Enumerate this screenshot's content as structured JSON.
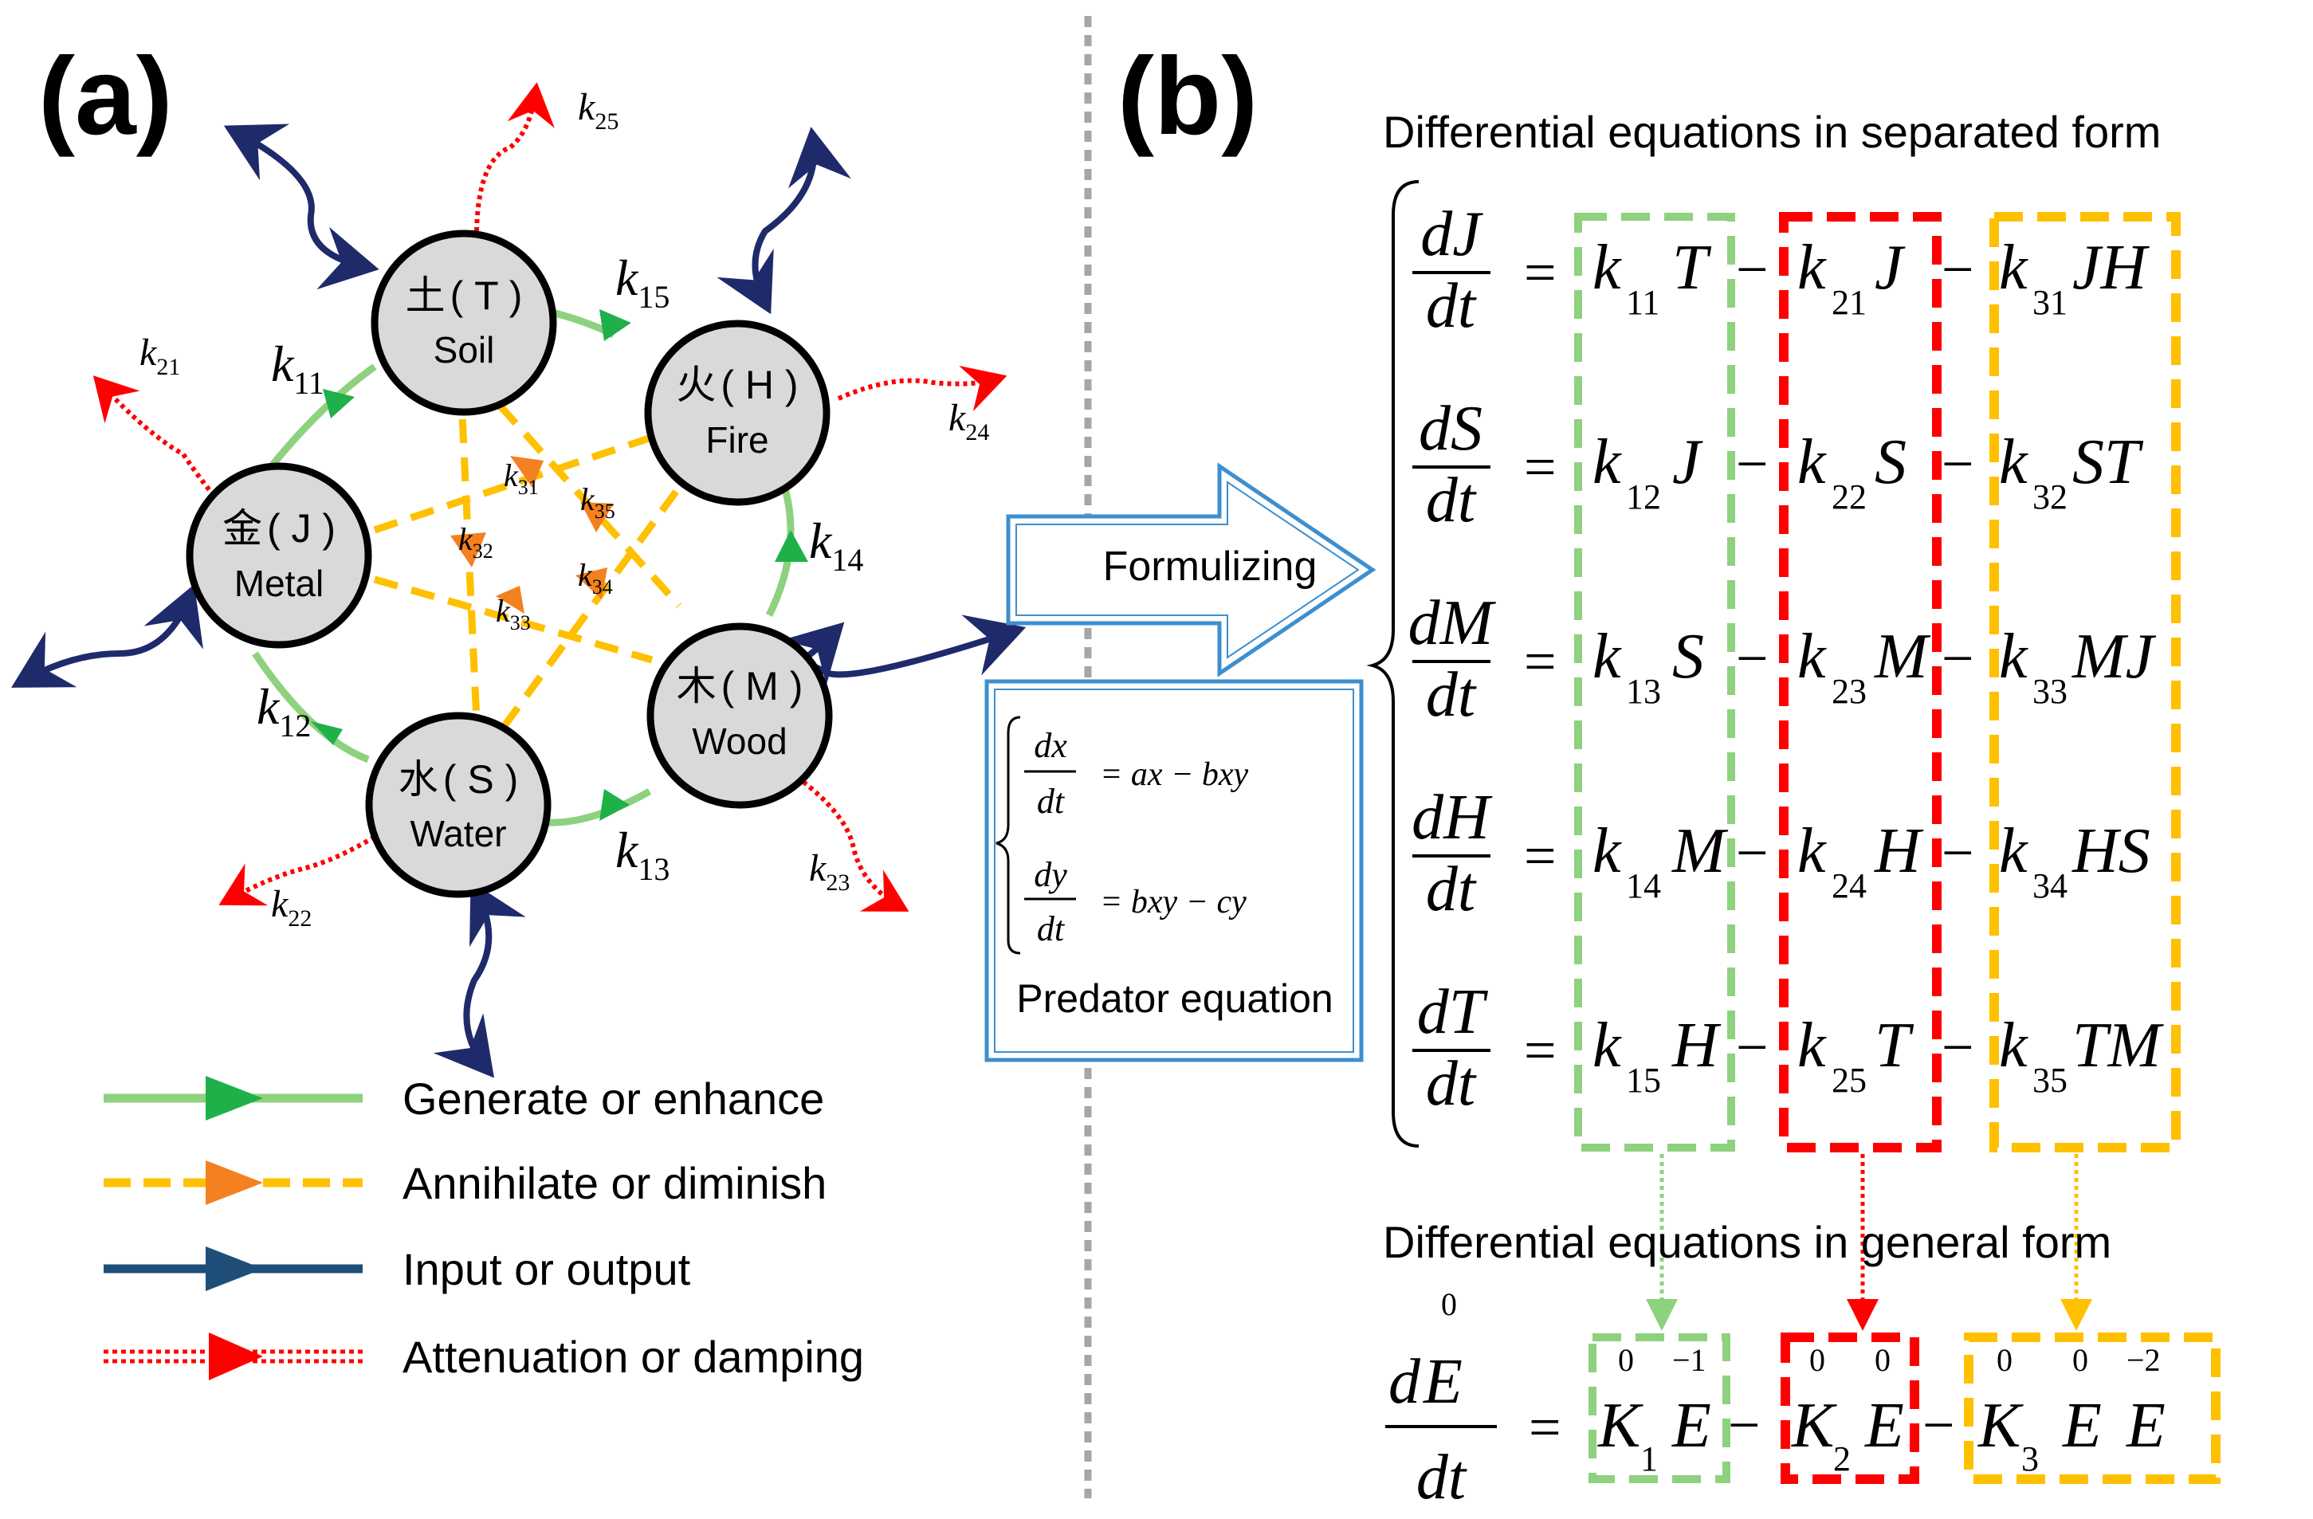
{
  "panel_a": {
    "label": "(a)",
    "nodes": {
      "soil": {
        "char": "土",
        "code": "( T )",
        "name": "Soil"
      },
      "fire": {
        "char": "火",
        "code": "( H )",
        "name": "Fire"
      },
      "metal": {
        "char": "金",
        "code": "( J )",
        "name": "Metal"
      },
      "wood": {
        "char": "木",
        "code": "( M )",
        "name": "Wood"
      },
      "water": {
        "char": "水",
        "code": "( S )",
        "name": "Water"
      }
    },
    "rate_labels": {
      "k11": {
        "base": "k",
        "sub": "11"
      },
      "k12": {
        "base": "k",
        "sub": "12"
      },
      "k13": {
        "base": "k",
        "sub": "13"
      },
      "k14": {
        "base": "k",
        "sub": "14"
      },
      "k15": {
        "base": "k",
        "sub": "15"
      },
      "k21": {
        "base": "k",
        "sub": "21"
      },
      "k22": {
        "base": "k",
        "sub": "22"
      },
      "k23": {
        "base": "k",
        "sub": "23"
      },
      "k24": {
        "base": "k",
        "sub": "24"
      },
      "k25": {
        "base": "k",
        "sub": "25"
      },
      "k31": {
        "base": "k",
        "sub": "31"
      },
      "k32": {
        "base": "k",
        "sub": "32"
      },
      "k33": {
        "base": "k",
        "sub": "33"
      },
      "k34": {
        "base": "k",
        "sub": "34"
      },
      "k35": {
        "base": "k",
        "sub": "35"
      }
    },
    "legend": [
      {
        "label": "Generate or enhance",
        "style": "solid",
        "line_color": "#8ed17e",
        "arrow_color": "#1fb04a"
      },
      {
        "label": "Annihilate or diminish",
        "style": "dashed",
        "line_color": "#ffc000",
        "arrow_color": "#f4801f"
      },
      {
        "label": "Input or output",
        "style": "solid",
        "line_color": "#1f4e79",
        "arrow_color": "#1f4e79"
      },
      {
        "label": "Attenuation or damping",
        "style": "dotted",
        "line_color": "#ff0000",
        "arrow_color": "#ff0000"
      }
    ]
  },
  "arrow_label": "Formulizing",
  "predator_box": {
    "eq1_num": "dx",
    "eq1_den": "dt",
    "eq1_rhs": "= ax − bxy",
    "eq2_num": "dy",
    "eq2_den": "dt",
    "eq2_rhs": "= bxy − cy",
    "caption": "Predator equation"
  },
  "panel_b": {
    "label": "(b)",
    "separated_title": "Differential equations in separated form",
    "general_title": "Differential equations in general form",
    "equations": [
      {
        "num": "dJ",
        "den": "dt",
        "t1": {
          "sub": "11",
          "var": "T"
        },
        "t2": {
          "sub": "21",
          "var": "J"
        },
        "t3": {
          "sub": "31",
          "var": "JH"
        }
      },
      {
        "num": "dS",
        "den": "dt",
        "t1": {
          "sub": "12",
          "var": "J"
        },
        "t2": {
          "sub": "22",
          "var": "S"
        },
        "t3": {
          "sub": "32",
          "var": "ST"
        }
      },
      {
        "num": "dM",
        "den": "dt",
        "t1": {
          "sub": "13",
          "var": "S"
        },
        "t2": {
          "sub": "23",
          "var": "M"
        },
        "t3": {
          "sub": "33",
          "var": "MJ"
        }
      },
      {
        "num": "dH",
        "den": "dt",
        "t1": {
          "sub": "14",
          "var": "M"
        },
        "t2": {
          "sub": "24",
          "var": "H"
        },
        "t3": {
          "sub": "34",
          "var": "HS"
        }
      },
      {
        "num": "dT",
        "den": "dt",
        "t1": {
          "sub": "15",
          "var": "H"
        },
        "t2": {
          "sub": "25",
          "var": "T"
        },
        "t3": {
          "sub": "35",
          "var": "TM"
        }
      }
    ],
    "general": {
      "num_d": "d",
      "num_E": "E",
      "num_sup": "0",
      "den": "dt",
      "eq": "=",
      "K1": "K",
      "K1_sub": "1",
      "K1_sup": "0",
      "E1": "E",
      "E1_sup": "−1",
      "K2": "K",
      "K2_sub": "2",
      "K2_sup": "0",
      "E2": "E",
      "E2_sup": "0",
      "K3": "K",
      "K3_sub": "3",
      "K3_sup": "0",
      "E3a": "E",
      "E3a_sup": "0",
      "E3b": "E",
      "E3b_sup": "−2"
    },
    "minus": "−",
    "equals": "=",
    "k": "k"
  }
}
